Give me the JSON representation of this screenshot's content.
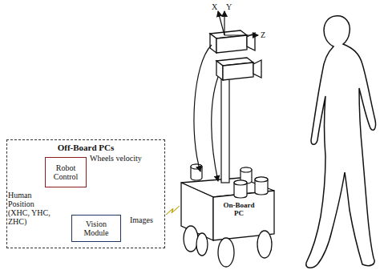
{
  "diagram": {
    "nodes": [
      {
        "text": [
          "Off-Board PCs"
        ]
      },
      {
        "text": [
          "Robot Control"
        ],
        "in": 0
      },
      {
        "text": [
          "Vision Module"
        ],
        "in": 0
      },
      {
        "text": [
          "On-Board PC"
        ]
      }
    ],
    "edges": [
      {
        "from": 2,
        "to": 1,
        "arrow": "to",
        "label": "Human Position (XHC, YHC, ZHC)"
      }
    ],
    "labels": [
      "Wheels velocity",
      "Images",
      "X",
      "Y",
      "Z"
    ]
  }
}
